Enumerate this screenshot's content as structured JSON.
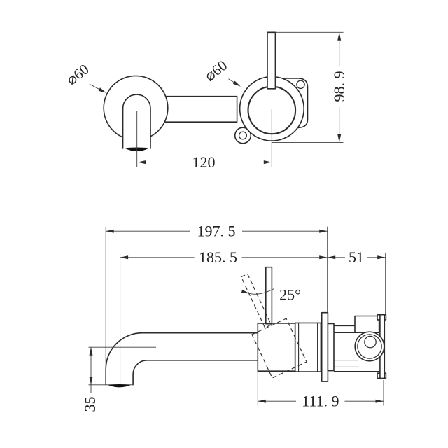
{
  "drawing": {
    "kind": "faucet technical dimension drawing",
    "colors": {
      "background": "#ffffff",
      "object_line": "#2b2b2b",
      "dimension_line": "#3d3d3d",
      "text": "#222222",
      "aerator_fill": "#111111"
    },
    "front_view": {
      "spout_diameter": "⌀60",
      "mixer_diameter": "⌀60",
      "centre_distance": "120",
      "handle_height": "98. 9"
    },
    "side_view": {
      "total_projection": "197. 5",
      "spout_reach": "185. 5",
      "inwall_depth": "51",
      "handle_angle": "25°",
      "body_length": "111. 9",
      "outlet_drop": "35"
    }
  }
}
